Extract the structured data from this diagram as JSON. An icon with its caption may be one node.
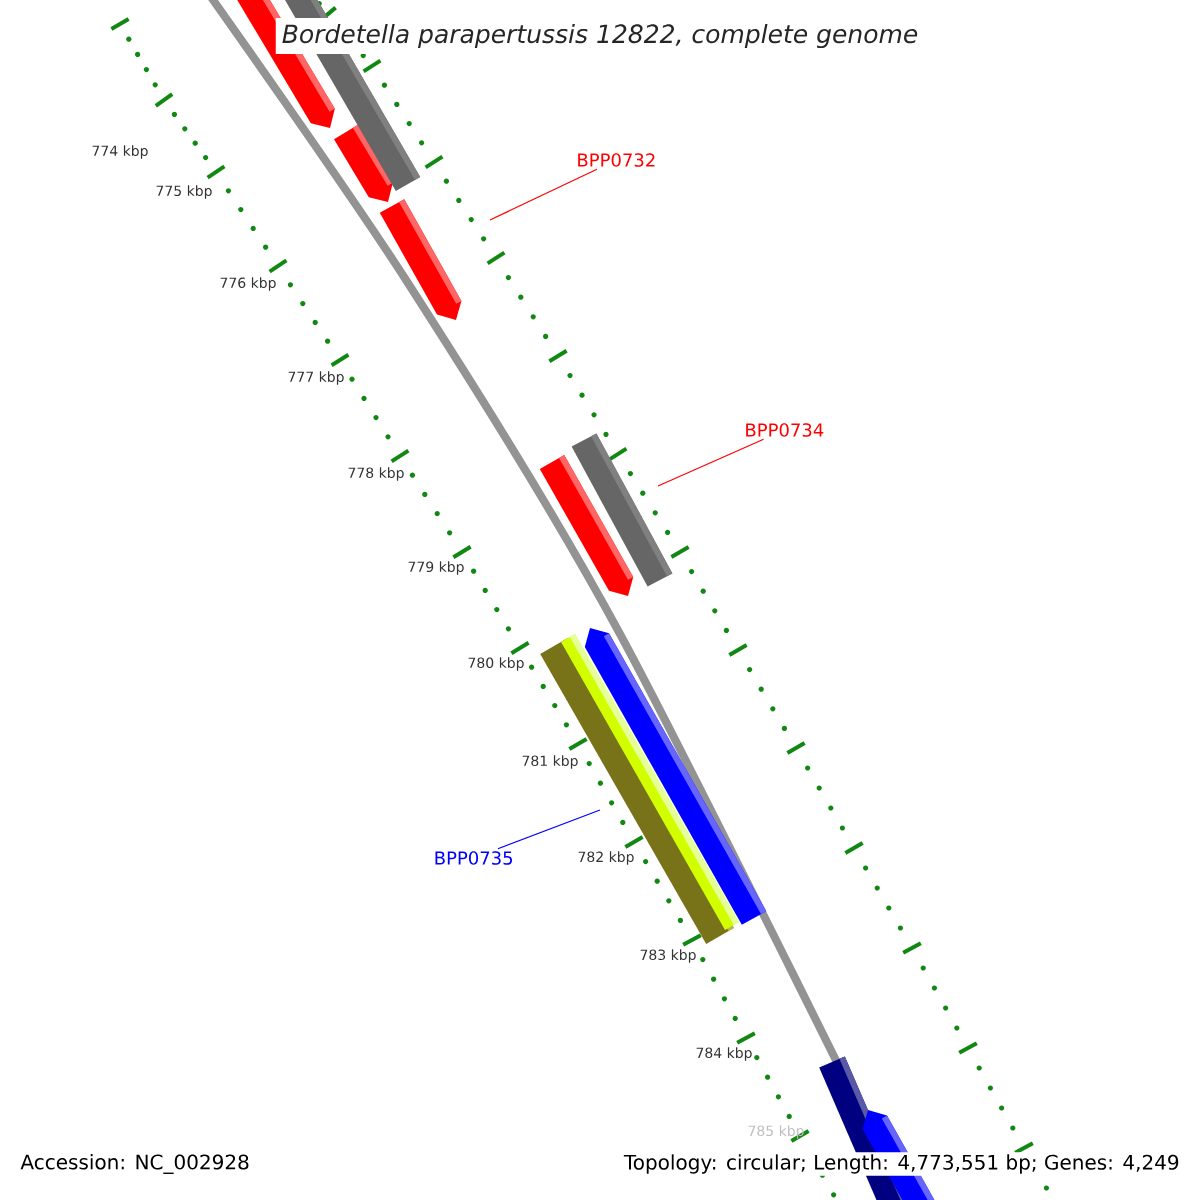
{
  "diagram": {
    "title": "Bordetella parapertussis 12822, complete genome",
    "nodes": [
      {
        "text": [
          "BPP0732"
        ]
      },
      {
        "text": [
          "BPP0734"
        ]
      },
      {
        "text": [
          "BPP0735"
        ]
      }
    ],
    "edges": [
      {
        "from": 0,
        "to": null,
        "arrow": "none"
      },
      {
        "from": 1,
        "to": null,
        "arrow": "none"
      },
      {
        "from": 2,
        "to": null,
        "arrow": "none",
        "color": "#0000ff"
      }
    ],
    "labels": [
      "774 kbp",
      "775 kbp",
      "776 kbp",
      "777 kbp",
      "778 kbp",
      "779 kbp",
      "780 kbp",
      "781 kbp",
      "782 kbp",
      "783 kbp",
      "784 kbp",
      "785 kbp",
      "Accession: NC_002928",
      "Topology: circular; Length: 4,773,551 bp; Genes: 4,249"
    ]
  }
}
